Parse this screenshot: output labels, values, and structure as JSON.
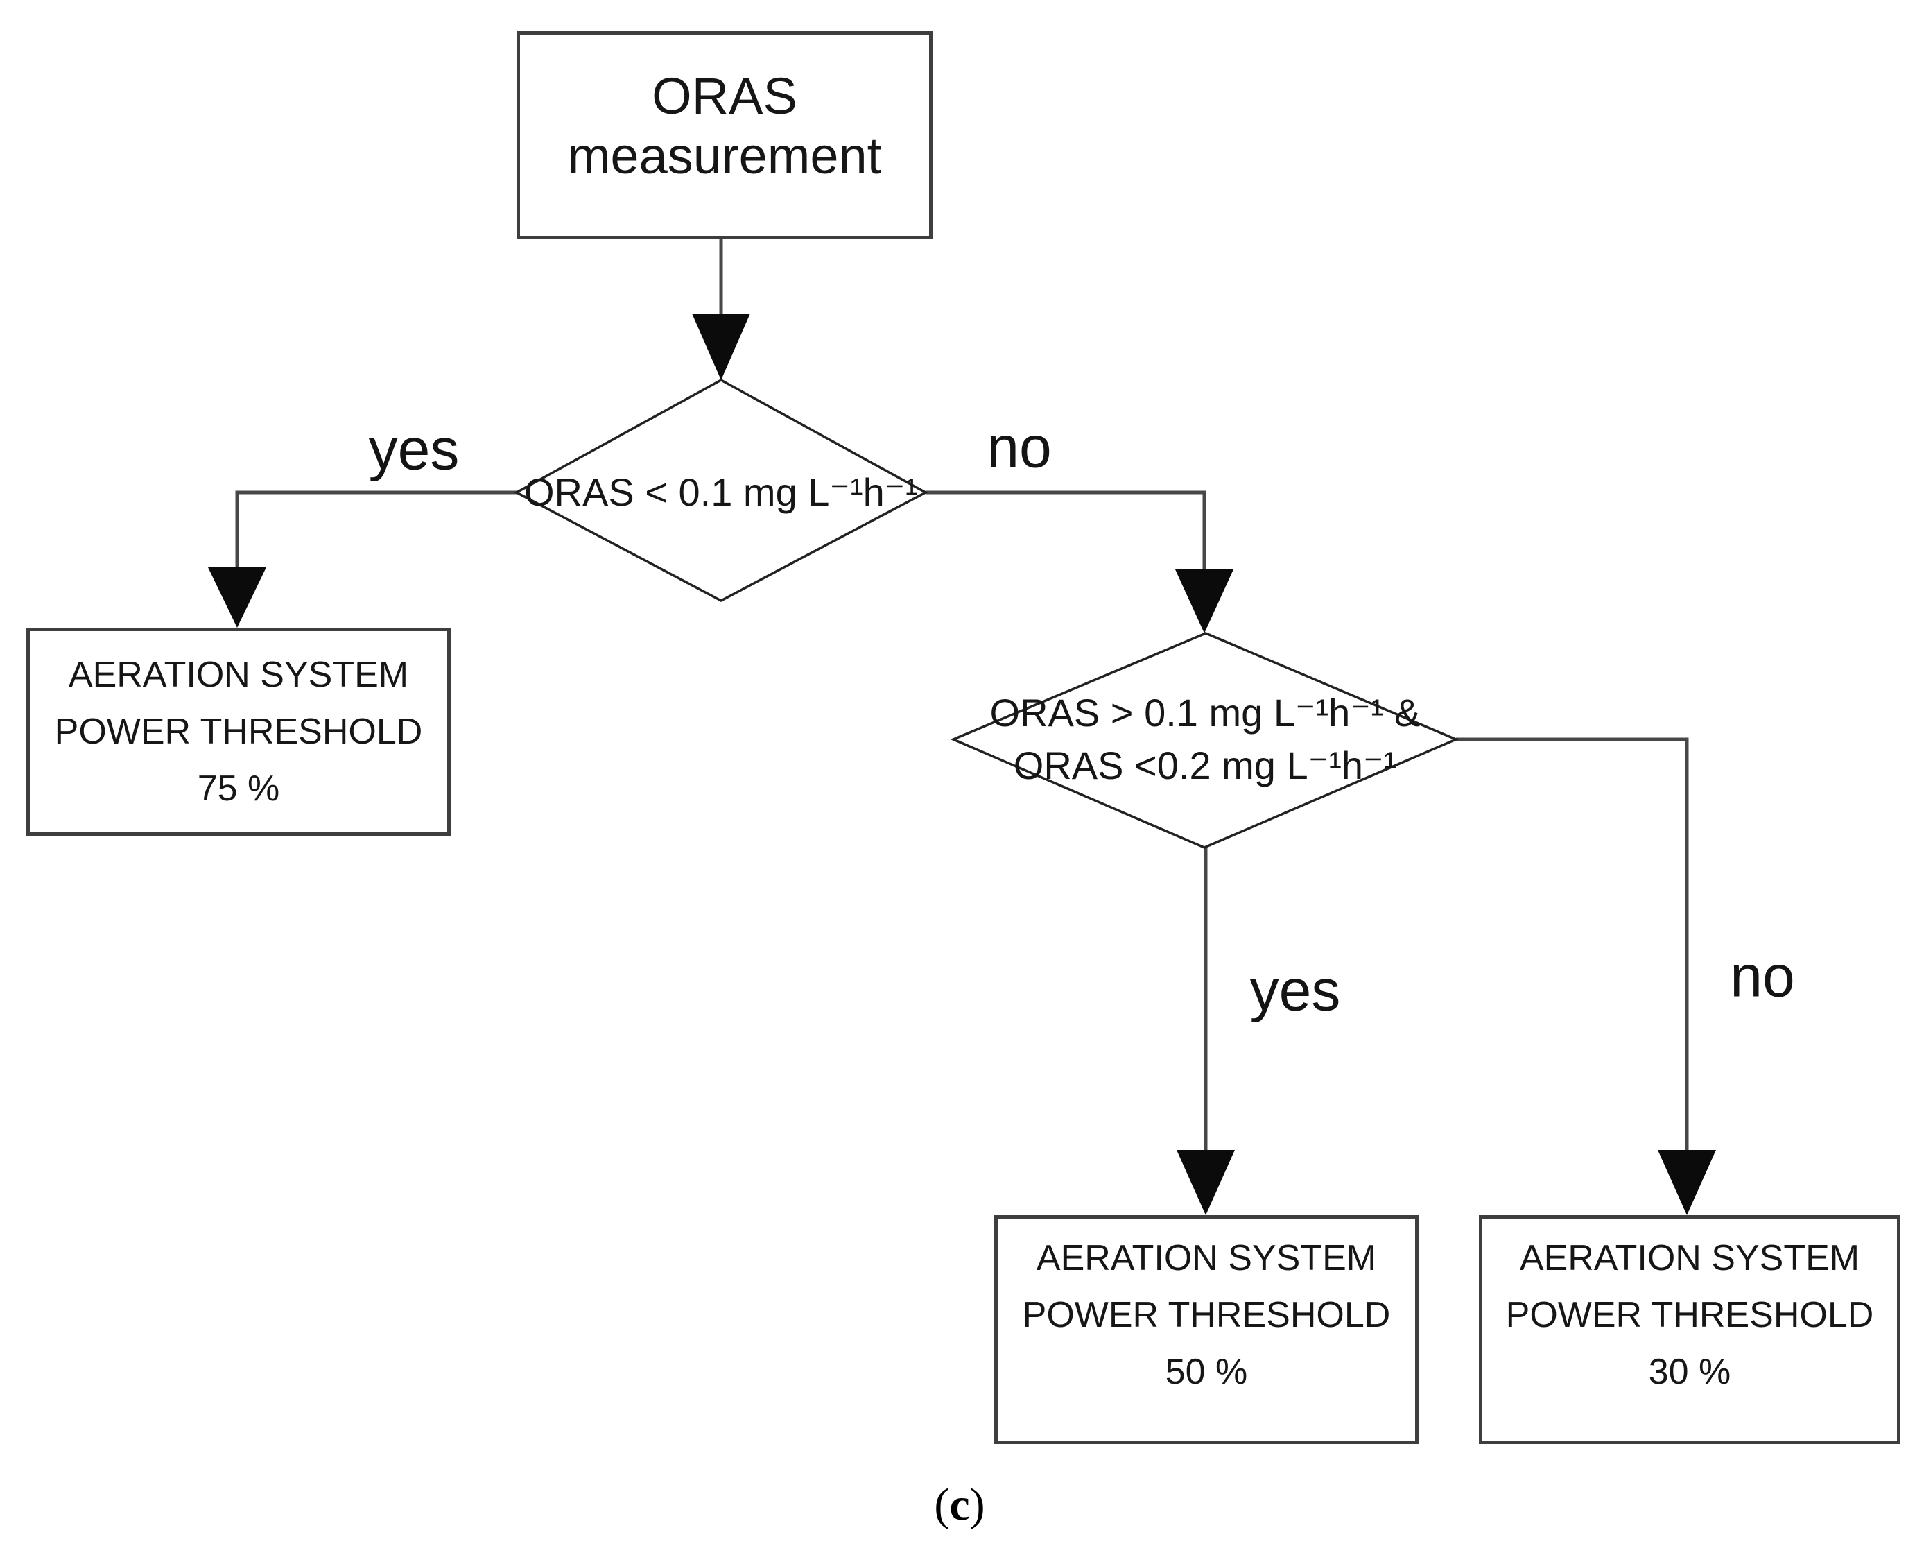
{
  "figure": {
    "caption_open": "(",
    "caption_letter": "c",
    "caption_close": ")",
    "background_color": "#ffffff",
    "connector_color": "#474747",
    "border_color": "#3e3e3e",
    "arrowhead_color": "#0b0b0b",
    "text_color": "#161616"
  },
  "nodes": {
    "start": {
      "lines": [
        "ORAS",
        "measurement"
      ]
    },
    "decision1": {
      "lines": [
        "ORAS < 0.1 mg L⁻¹h⁻¹"
      ]
    },
    "decision2": {
      "lines": [
        "ORAS > 0.1 mg L⁻¹h⁻¹ &",
        "ORAS <0.2 mg L⁻¹h⁻¹"
      ]
    },
    "outcome_75": {
      "lines": [
        "AERATION SYSTEM",
        "POWER THRESHOLD",
        "75 %"
      ]
    },
    "outcome_50": {
      "lines": [
        "AERATION SYSTEM",
        "POWER THRESHOLD",
        "50 %"
      ]
    },
    "outcome_30": {
      "lines": [
        "AERATION SYSTEM",
        "POWER THRESHOLD",
        "30 %"
      ]
    }
  },
  "edges": {
    "decision1_yes": "yes",
    "decision1_no": "no",
    "decision2_yes": "yes",
    "decision2_no": "no"
  }
}
